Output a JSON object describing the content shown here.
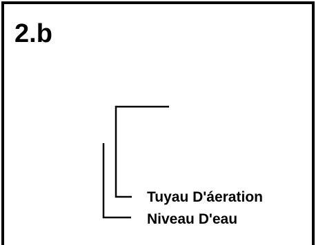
{
  "step_label": "2.b",
  "callouts": {
    "vent_pipe": "Tuyau D'áeration",
    "water_level": "Niveau D'eau"
  },
  "colors": {
    "line": "#000000",
    "background": "#ffffff"
  }
}
